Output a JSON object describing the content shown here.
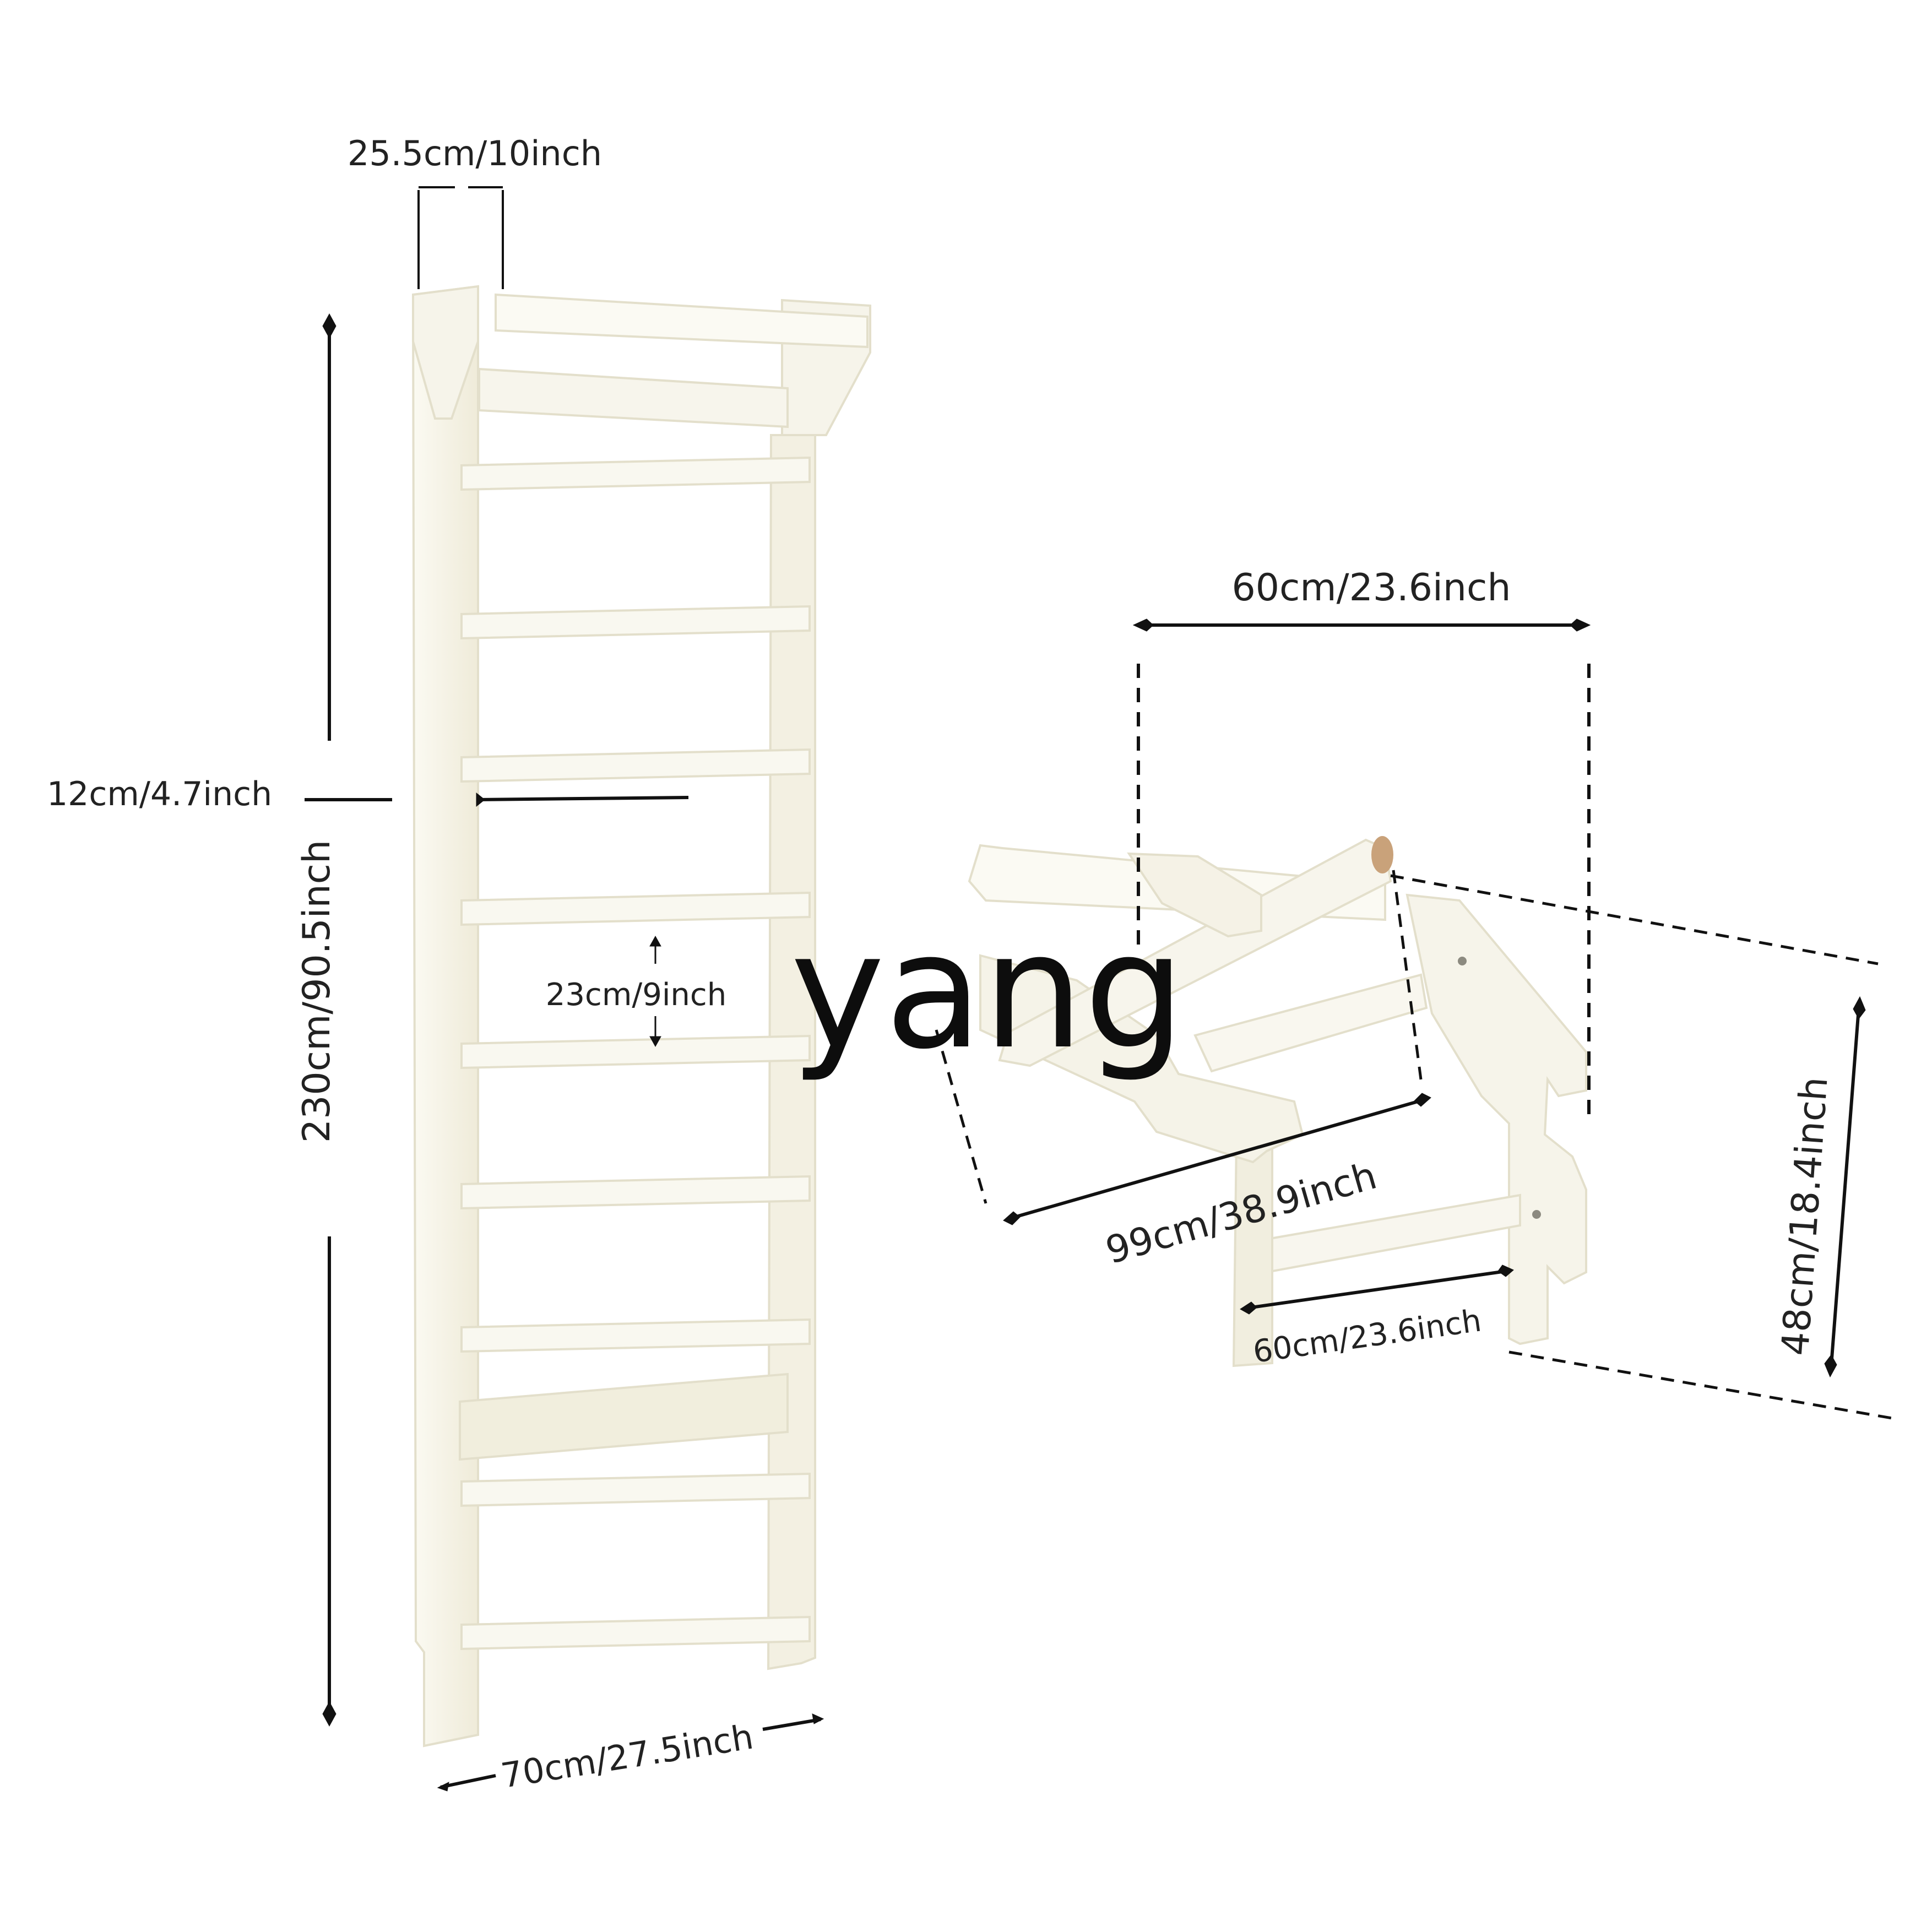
{
  "colors": {
    "product": "#f8f6ec",
    "product_edge": "#e6e2cf",
    "product_shadow": "#ece8d6",
    "dimension_line": "#111111",
    "peg_end": "#c9a27a",
    "text": "#222222",
    "background": "#ffffff"
  },
  "watermark": "yang",
  "wall_bars": {
    "dimensions": {
      "top_depth": "25.5cm/10inch",
      "height": "230cm/90.5inch",
      "frame_depth": "12cm/4.7inch",
      "rung_spacing": "23cm/9inch",
      "width": "70cm/27.5inch"
    }
  },
  "pullup_bar": {
    "dimensions": {
      "top_width": "60cm/23.6inch",
      "length": "99cm/38.9inch",
      "bottom_width": "60cm/23.6inch",
      "height": "48cm/18.4inch"
    }
  }
}
